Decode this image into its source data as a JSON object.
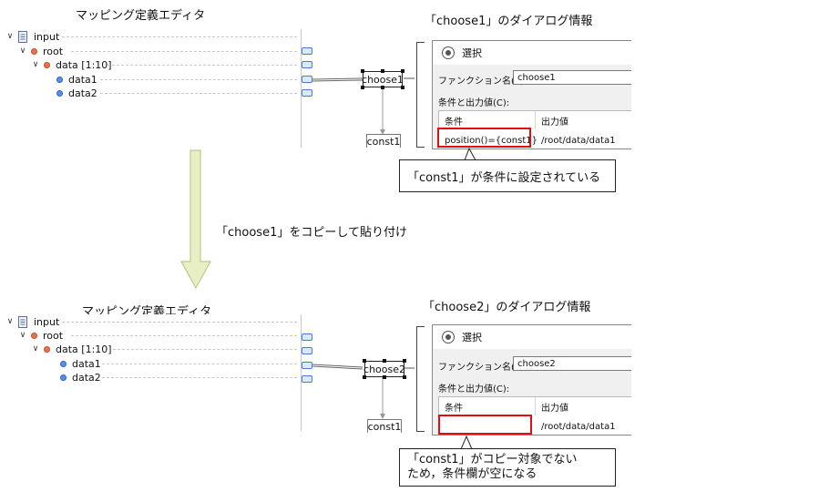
{
  "top": {
    "editor_caption": "マッピング定義エディタ",
    "dialog_caption": "「choose1」のダイアログ情報",
    "tree": {
      "input": "input",
      "root": "root",
      "data": "data [1:10]",
      "data1": "data1",
      "data2": "data2"
    },
    "function_box": "choose1",
    "const_box": "const1",
    "dialog": {
      "title": "選択",
      "function_name_label": "ファンクション名(1):",
      "function_name_value": "choose1",
      "cond_output_label": "条件と出力値(C):",
      "col_condition": "条件",
      "col_output": "出力値",
      "cell_condition": "position()={const1}",
      "cell_output": "/root/data/data1"
    },
    "callout": "「const1」が条件に設定されている"
  },
  "arrow_label": "「choose1」をコピーして貼り付け",
  "bottom": {
    "editor_caption": "マッピング定義エディタ",
    "dialog_caption": "「choose2」のダイアログ情報",
    "tree": {
      "input": "input",
      "root": "root",
      "data": "data [1:10]",
      "data1": "data1",
      "data2": "data2"
    },
    "function_box": "choose2",
    "const_box": "const1",
    "dialog": {
      "title": "選択",
      "function_name_label": "ファンクション名(1):",
      "function_name_value": "choose2",
      "cond_output_label": "条件と出力値(C):",
      "col_condition": "条件",
      "col_output": "出力値",
      "cell_condition": "",
      "cell_output": "/root/data/data1"
    },
    "callout_line1": "「const1」がコピー対象でない",
    "callout_line2": "ため，条件欄が空になる"
  },
  "colors": {
    "highlight": "#e01010",
    "arrow_fill": "#e9efc4",
    "arrow_stroke": "#b7c07a",
    "port": "#3f7fd9"
  }
}
